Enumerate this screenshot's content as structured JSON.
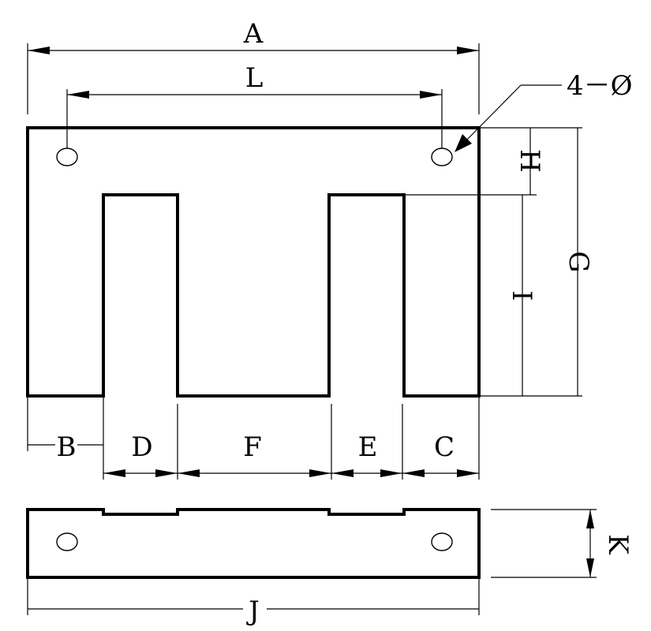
{
  "diagram": {
    "labels": {
      "A": "A",
      "L": "L",
      "hole_note": "4－Ø",
      "H": "H",
      "G": "G",
      "I": "I",
      "B": "B",
      "D": "D",
      "F": "F",
      "E": "E",
      "C": "C",
      "K": "K",
      "J": "J"
    }
  }
}
